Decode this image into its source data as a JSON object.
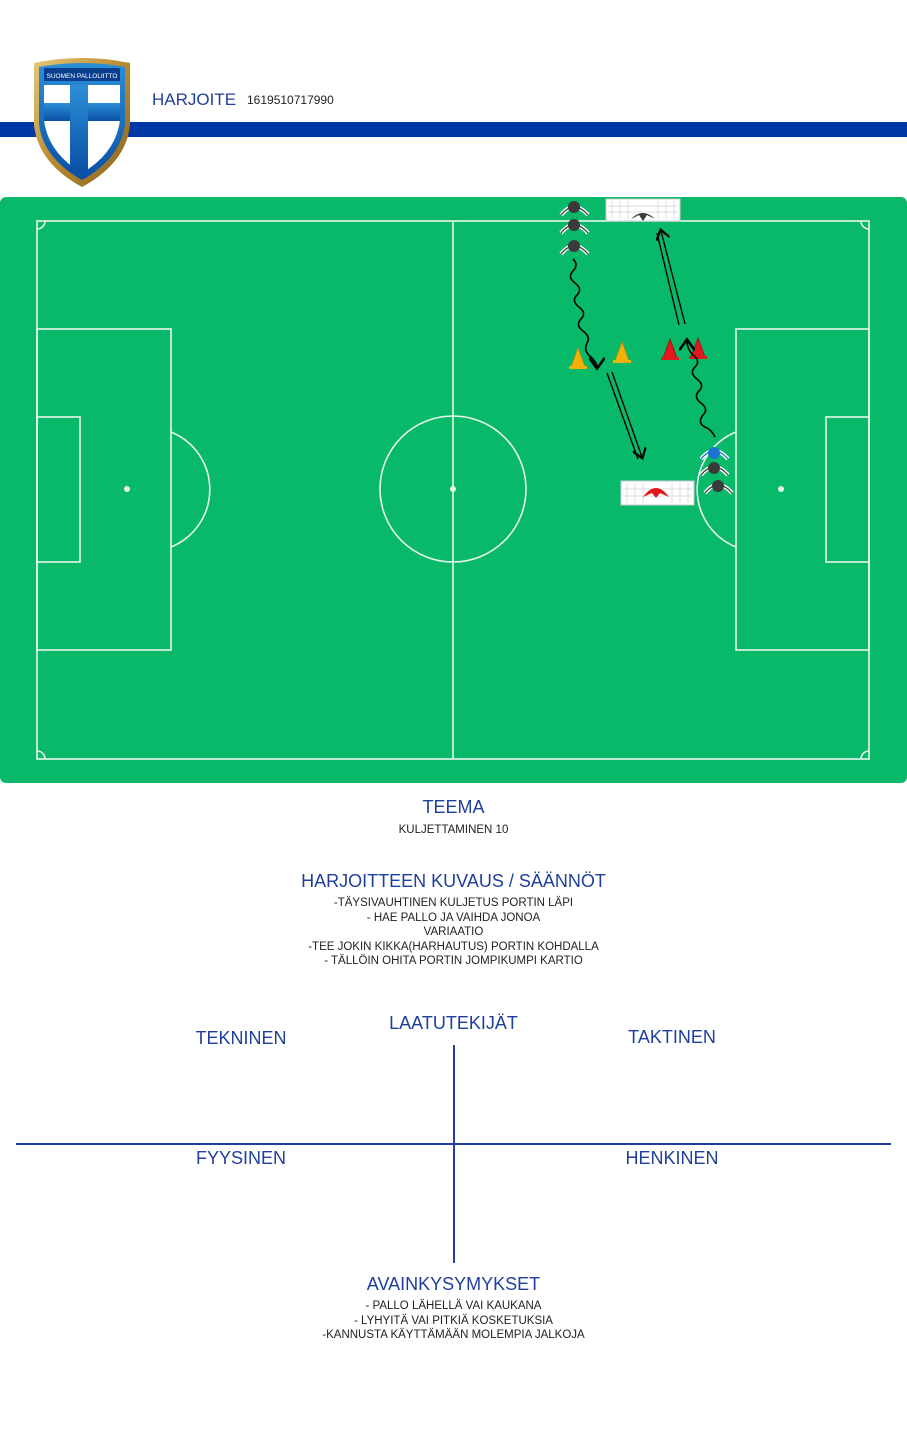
{
  "header": {
    "title": "HARJOITE",
    "code": "1619510717990",
    "crest_text": "SUOMEN PALLOLIITTO"
  },
  "theme": {
    "title": "TEEMA",
    "value": "KULJETTAMINEN  10"
  },
  "description": {
    "title": "HARJOITTEEN KUVAUS / SÄÄNNÖT",
    "lines": [
      "-TÄYSIVAUHTINEN KULJETUS PORTIN LÄPI",
      "- HAE PALLO JA VAIHDA JONOA",
      "VARIAATIO",
      "-TEE JOKIN KIKKA(HARHAUTUS) PORTIN KOHDALLA",
      "- TÄLLÖIN OHITA PORTIN JOMPIKUMPI KARTIO"
    ]
  },
  "qualities": {
    "title": "LAATUTEKIJÄT",
    "technical": "TEKNINEN",
    "tactical": "TAKTINEN",
    "physical": "FYYSINEN",
    "mental": "HENKINEN"
  },
  "key_questions": {
    "title": "AVAINKYSYMYKSET",
    "lines": [
      "- PALLO LÄHELLÄ VAI KAUKANA",
      "- LYHYITÄ VAI PITKIÄ KOSKETUKSIA",
      "-KANNUSTA KÄYTTÄMÄÄN MOLEMPIA JALKOJA"
    ]
  },
  "colors": {
    "brand_blue": "#0037a6",
    "text_blue": "#1f3f9e",
    "pitch_green": "#08b96a",
    "cone_yellow": "#f2b10a",
    "cone_red": "#e0191f",
    "player_grey": "#3a3a3a",
    "player_blue": "#1a73d1"
  },
  "icons": [
    "crest-logo",
    "goal-icon",
    "cone-icon",
    "player-icon",
    "dribble-arrow",
    "pass-arrow"
  ]
}
